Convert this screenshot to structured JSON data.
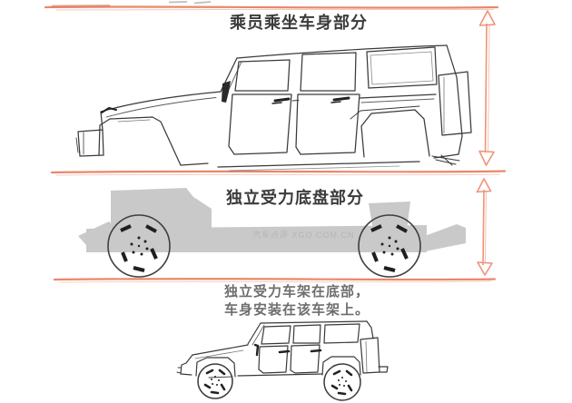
{
  "page": {
    "background": "#ffffff"
  },
  "colors": {
    "accent_line": "#e8886c",
    "accent_line_dark": "#e07a5a",
    "sketch_stroke": "#3a3a3a",
    "sketch_dark_fill": "#222222",
    "chassis_fill": "#c9c9c9",
    "title_text": "#3b3b3b",
    "caption_text": "#6e6e6e",
    "watermark_text": "#b5b5b5"
  },
  "sections": {
    "body_section": {
      "title": "乘员乘坐车身部分"
    },
    "chassis_section": {
      "title": "独立受力底盘部分",
      "watermark": "汽车点评 XGO.COM.CN"
    },
    "assembly_section": {
      "caption_lines": {
        "0": "独立受力车架在底部，",
        "1": "车身安装在该车架上。"
      }
    }
  },
  "icons": {
    "height_arrow_body": "double-headed-vertical-arrow",
    "height_arrow_chassis": "double-headed-vertical-arrow"
  }
}
